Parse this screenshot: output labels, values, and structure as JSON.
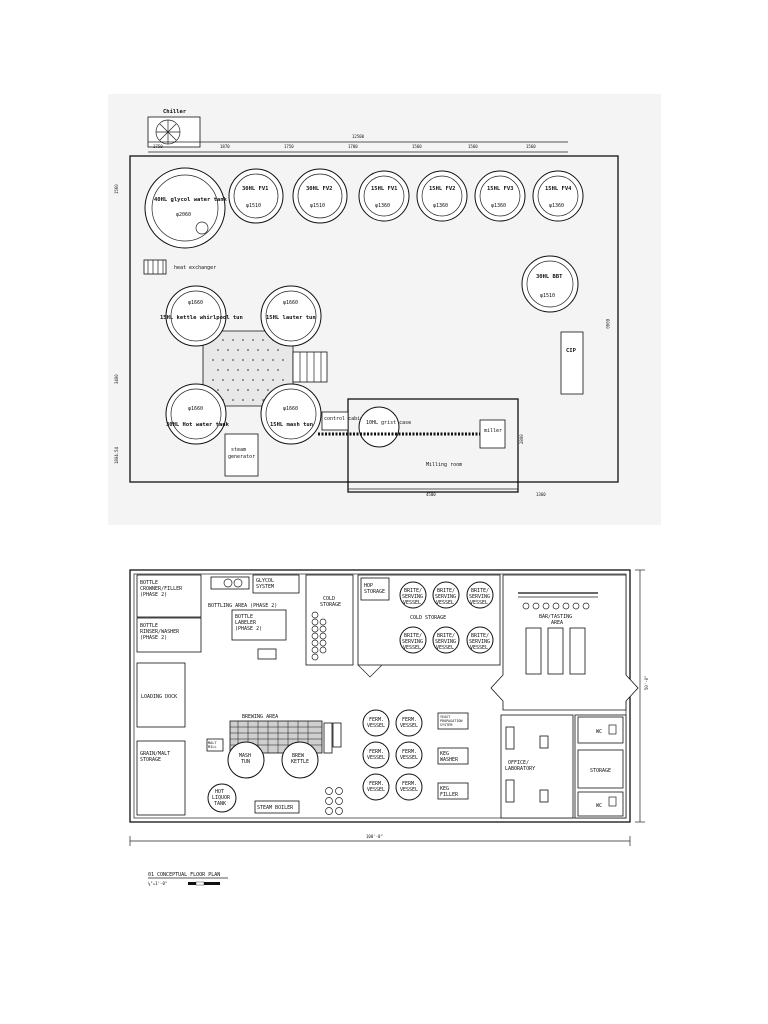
{
  "top_plan": {
    "chiller_label": "Chiller",
    "heat_exchanger_label": "heat exchanger",
    "glycol_tank": {
      "label": "40HL glycol water tank",
      "dia": "φ2060"
    },
    "fermenters": [
      {
        "label": "30HL FV1",
        "dia": "φ1510"
      },
      {
        "label": "30HL FV2",
        "dia": "φ1510"
      },
      {
        "label": "15HL FV1",
        "dia": "φ1360"
      },
      {
        "label": "15HL FV2",
        "dia": "φ1360"
      },
      {
        "label": "15HL FV3",
        "dia": "φ1360"
      },
      {
        "label": "15HL FV4",
        "dia": "φ1360"
      }
    ],
    "brite_tank": {
      "label": "30HL BBT",
      "dia": "φ1510"
    },
    "kettle": {
      "label": "15HL kettle whirlpool tun",
      "dia": "φ1660"
    },
    "lauter": {
      "label": "15HL lauter tun",
      "dia": "φ1660"
    },
    "hot_water": {
      "label": "30HL Hot water tank",
      "dia": "φ1660"
    },
    "mash": {
      "label": "15HL mash tun",
      "dia": "φ1660"
    },
    "control_cabinet": "control cabinet",
    "grist_case": "10HL grist case",
    "miller": "miller",
    "milling_room": "Milling room",
    "steam_generator": "steam generator",
    "cip": "CIP",
    "dims": [
      "1750",
      "1870",
      "1750",
      "1700",
      "1560",
      "1560",
      "1560",
      "12500",
      "1560",
      "1360",
      "3400",
      "1804.54",
      "6000",
      "4500",
      "1360",
      "2800"
    ]
  },
  "bottom_plan": {
    "rooms": {
      "bottle_crowner": "BOTTLE CROWNER/FILLER (PHASE 2)",
      "bottle_rinser": "BOTTLE RINSER/WASHER (PHASE 2)",
      "bottling_area": "BOTTLING AREA (PHASE 2)",
      "glycol_system": "GLYCOL SYSTEM",
      "bottle_labeler": "BOTTLE LABELER (PHASE 2)",
      "cold_storage_left": "COLD STORAGE",
      "hop_storage": "HOP STORAGE",
      "cold_storage_right": "COLD STORAGE",
      "bar_tasting": "BAR/TASTING AREA",
      "loading_dock": "LOADING DOCK",
      "brewing_area": "BREWING AREA",
      "grain_malt_storage": "GRAIN/MALT STORAGE",
      "malt_mill": "MALT MILL",
      "hot_liquor_tank": "HOT LIQUOR TANK",
      "steam_boiler": "STEAM BOILER",
      "mash_tun": "MASH TUN",
      "brew_kettle": "BREW KETTLE",
      "yeast_propagation": "YEAST PROPAGATION SYSTEM",
      "keg_washer": "KEG WASHER",
      "keg_filler": "KEG FILLER",
      "office_lab": "OFFICE/ LABORATORY",
      "storage": "STORAGE",
      "wc1": "WC",
      "wc2": "WC"
    },
    "brite_vessel": "BRITE/ SERVING VESSEL",
    "ferm_vessel": "FERM. VESSEL",
    "overall_width": "100'-0\"",
    "overall_depth": "50'-0\"",
    "title": "01 CONCEPTUAL FLOOR PLAN",
    "scale": "⅛\"=1'-0\""
  }
}
